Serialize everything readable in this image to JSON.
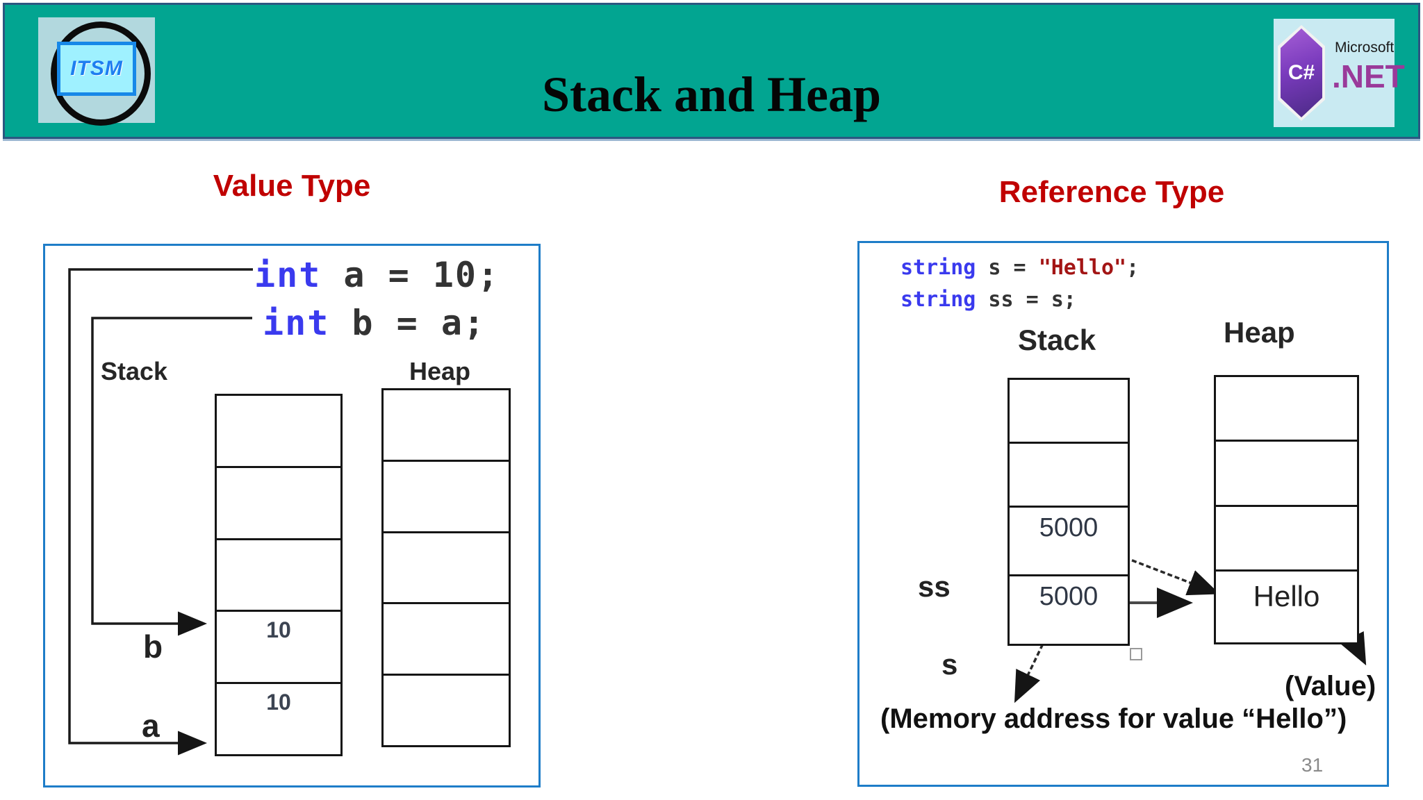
{
  "slide": {
    "title": "Stack and Heap",
    "page_number": "31"
  },
  "logos": {
    "itsm_text": "ITSM",
    "dotnet": {
      "csharp": "C#",
      "microsoft": "Microsoft",
      "net": ".NET"
    }
  },
  "value_type": {
    "heading": "Value Type",
    "code_line1": {
      "keyword": "int",
      "rest": " a = 10;"
    },
    "code_line2": {
      "keyword": "int",
      "rest": " b = a;"
    },
    "stack_label": "Stack",
    "heap_label": "Heap",
    "stack_cells": [
      "",
      "",
      "",
      "10",
      "10"
    ],
    "heap_cells": [
      "",
      "",
      "",
      "",
      ""
    ],
    "label_b": "b",
    "label_a": "a"
  },
  "reference_type": {
    "heading": "Reference Type",
    "code_line1": {
      "keyword": "string",
      "mid": " s = ",
      "str": "\"Hello\"",
      "end": ";"
    },
    "code_line2": {
      "keyword": "string",
      "rest": " ss = s;"
    },
    "stack_label": "Stack",
    "heap_label": "Heap",
    "stack_cells": [
      "",
      "",
      "5000",
      "5000"
    ],
    "heap_cells": [
      "",
      "",
      "",
      "Hello"
    ],
    "label_ss": "ss",
    "label_s": "s",
    "value_note": "(Value)",
    "memory_note": "(Memory address for value “Hello”)"
  }
}
